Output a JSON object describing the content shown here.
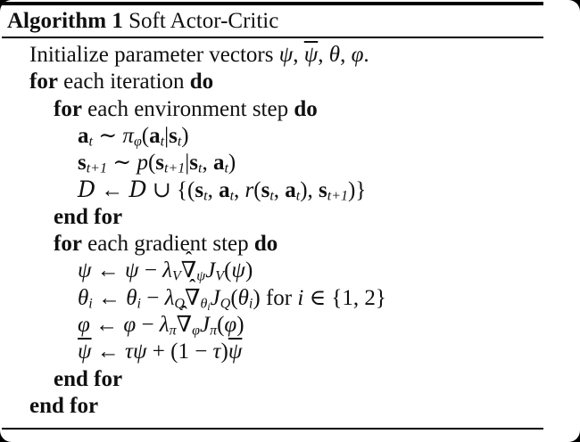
{
  "page": {
    "background_color": "#000000",
    "card_color": "#ffffff",
    "text_color": "#101010",
    "rule_color": "#000000"
  },
  "algorithm": {
    "header": {
      "label": "Algorithm 1",
      "title": " Soft Actor-Critic"
    },
    "lines": [
      {
        "indent": 0,
        "tokens": [
          {
            "t": "Initialize parameter vectors "
          },
          {
            "t": "ψ",
            "s": "i"
          },
          {
            "t": ", "
          },
          {
            "t": "ψ",
            "s": "i bar"
          },
          {
            "t": ", "
          },
          {
            "t": "θ",
            "s": "i"
          },
          {
            "t": ", "
          },
          {
            "t": "φ",
            "s": "i"
          },
          {
            "t": "."
          }
        ]
      },
      {
        "indent": 0,
        "tokens": [
          {
            "t": "for",
            "s": "b"
          },
          {
            "t": " each iteration "
          },
          {
            "t": "do",
            "s": "b"
          }
        ]
      },
      {
        "indent": 1,
        "tokens": [
          {
            "t": "for",
            "s": "b"
          },
          {
            "t": " each environment step "
          },
          {
            "t": "do",
            "s": "b"
          }
        ]
      },
      {
        "indent": 2,
        "tokens": [
          {
            "t": "a",
            "s": "b"
          },
          {
            "t": "t",
            "s": "sub"
          },
          {
            "t": " ∼ "
          },
          {
            "t": "π",
            "s": "i"
          },
          {
            "t": "φ",
            "s": "sub"
          },
          {
            "t": "("
          },
          {
            "t": "a",
            "s": "b"
          },
          {
            "t": "t",
            "s": "sub"
          },
          {
            "t": "|"
          },
          {
            "t": "s",
            "s": "b"
          },
          {
            "t": "t",
            "s": "sub"
          },
          {
            "t": ")"
          }
        ]
      },
      {
        "indent": 2,
        "tokens": [
          {
            "t": "s",
            "s": "b"
          },
          {
            "t": "t+1",
            "s": "sub"
          },
          {
            "t": " ∼ "
          },
          {
            "t": "p",
            "s": "i"
          },
          {
            "t": "("
          },
          {
            "t": "s",
            "s": "b"
          },
          {
            "t": "t+1",
            "s": "sub"
          },
          {
            "t": "|"
          },
          {
            "t": "s",
            "s": "b"
          },
          {
            "t": "t",
            "s": "sub"
          },
          {
            "t": ", "
          },
          {
            "t": "a",
            "s": "b"
          },
          {
            "t": "t",
            "s": "sub"
          },
          {
            "t": ")"
          }
        ]
      },
      {
        "indent": 2,
        "tokens": [
          {
            "t": "D",
            "s": "cal"
          },
          {
            "t": " ← "
          },
          {
            "t": "D",
            "s": "cal"
          },
          {
            "t": " ∪ {("
          },
          {
            "t": "s",
            "s": "b"
          },
          {
            "t": "t",
            "s": "sub"
          },
          {
            "t": ", "
          },
          {
            "t": "a",
            "s": "b"
          },
          {
            "t": "t",
            "s": "sub"
          },
          {
            "t": ", "
          },
          {
            "t": "r",
            "s": "i"
          },
          {
            "t": "("
          },
          {
            "t": "s",
            "s": "b"
          },
          {
            "t": "t",
            "s": "sub"
          },
          {
            "t": ", "
          },
          {
            "t": "a",
            "s": "b"
          },
          {
            "t": "t",
            "s": "sub"
          },
          {
            "t": "), "
          },
          {
            "t": "s",
            "s": "b"
          },
          {
            "t": "t+1",
            "s": "sub"
          },
          {
            "t": ")}"
          }
        ]
      },
      {
        "indent": 1,
        "tokens": [
          {
            "t": "end for",
            "s": "b"
          }
        ]
      },
      {
        "indent": 1,
        "tokens": [
          {
            "t": "for",
            "s": "b"
          },
          {
            "t": " each gradient step "
          },
          {
            "t": "do",
            "s": "b"
          }
        ]
      },
      {
        "indent": 2,
        "tokens": [
          {
            "t": "ψ",
            "s": "i"
          },
          {
            "t": " ← "
          },
          {
            "t": "ψ",
            "s": "i"
          },
          {
            "t": " − "
          },
          {
            "t": "λ",
            "s": "i"
          },
          {
            "t": "V",
            "s": "sub"
          },
          {
            "t": "∇",
            "a": "ˆ"
          },
          {
            "t": "ψ",
            "s": "sub"
          },
          {
            "t": "J",
            "s": "i"
          },
          {
            "t": "V",
            "s": "sub"
          },
          {
            "t": "("
          },
          {
            "t": "ψ",
            "s": "i"
          },
          {
            "t": ")"
          }
        ]
      },
      {
        "indent": 2,
        "tokens": [
          {
            "t": "θ",
            "s": "i"
          },
          {
            "t": "i",
            "s": "sub"
          },
          {
            "t": " ← "
          },
          {
            "t": "θ",
            "s": "i"
          },
          {
            "t": "i",
            "s": "sub"
          },
          {
            "t": " − "
          },
          {
            "t": "λ",
            "s": "i"
          },
          {
            "t": "Q",
            "s": "sub"
          },
          {
            "t": "∇",
            "a": "ˆ"
          },
          {
            "t": "θ",
            "s": "sub"
          },
          {
            "t": "i",
            "s": "sub2"
          },
          {
            "t": "J",
            "s": "i"
          },
          {
            "t": "Q",
            "s": "sub"
          },
          {
            "t": "("
          },
          {
            "t": "θ",
            "s": "i"
          },
          {
            "t": "i",
            "s": "sub"
          },
          {
            "t": ") for "
          },
          {
            "t": "i",
            "s": "i"
          },
          {
            "t": " ∈ {1, 2}"
          }
        ]
      },
      {
        "indent": 2,
        "tokens": [
          {
            "t": "φ",
            "s": "i"
          },
          {
            "t": " ← "
          },
          {
            "t": "φ",
            "s": "i"
          },
          {
            "t": " − "
          },
          {
            "t": "λ",
            "s": "i"
          },
          {
            "t": "π",
            "s": "sub"
          },
          {
            "t": "∇",
            "a": "ˆ"
          },
          {
            "t": "φ",
            "s": "sub"
          },
          {
            "t": "J",
            "s": "i"
          },
          {
            "t": "π",
            "s": "sub"
          },
          {
            "t": "("
          },
          {
            "t": "φ",
            "s": "i"
          },
          {
            "t": ")"
          }
        ]
      },
      {
        "indent": 2,
        "tokens": [
          {
            "t": "ψ",
            "s": "i bar"
          },
          {
            "t": " ← "
          },
          {
            "t": "τ",
            "s": "i"
          },
          {
            "t": "ψ",
            "s": "i"
          },
          {
            "t": " + (1 − "
          },
          {
            "t": "τ",
            "s": "i"
          },
          {
            "t": ")"
          },
          {
            "t": "ψ",
            "s": "i bar"
          }
        ]
      },
      {
        "indent": 1,
        "tokens": [
          {
            "t": "end for",
            "s": "b"
          }
        ]
      },
      {
        "indent": 0,
        "tokens": [
          {
            "t": "end for",
            "s": "b"
          }
        ]
      }
    ]
  }
}
